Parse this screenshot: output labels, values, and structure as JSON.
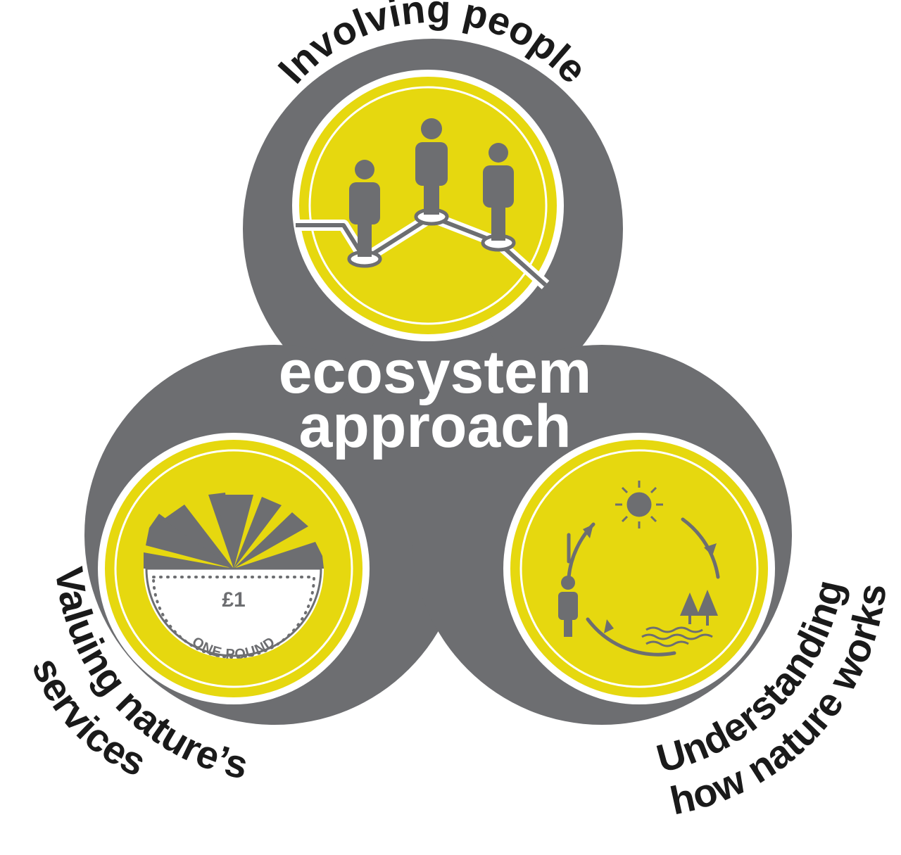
{
  "center": {
    "line1": "ecosystem",
    "line2": "approach"
  },
  "labels": {
    "top": "Involving people",
    "left_line1": "Valuing nature’s",
    "left_line2": "services",
    "right_line1": "Understanding",
    "right_line2": "how nature works"
  },
  "coin": {
    "value": "£1",
    "words": "ONE POUND"
  },
  "colors": {
    "grey": "#6d6e71",
    "yellow": "#e6d80f",
    "white": "#ffffff",
    "text": "#1a1a1a"
  },
  "icons": [
    "people-network-icon",
    "coin-sunburst-icon",
    "nature-cycle-icon"
  ]
}
